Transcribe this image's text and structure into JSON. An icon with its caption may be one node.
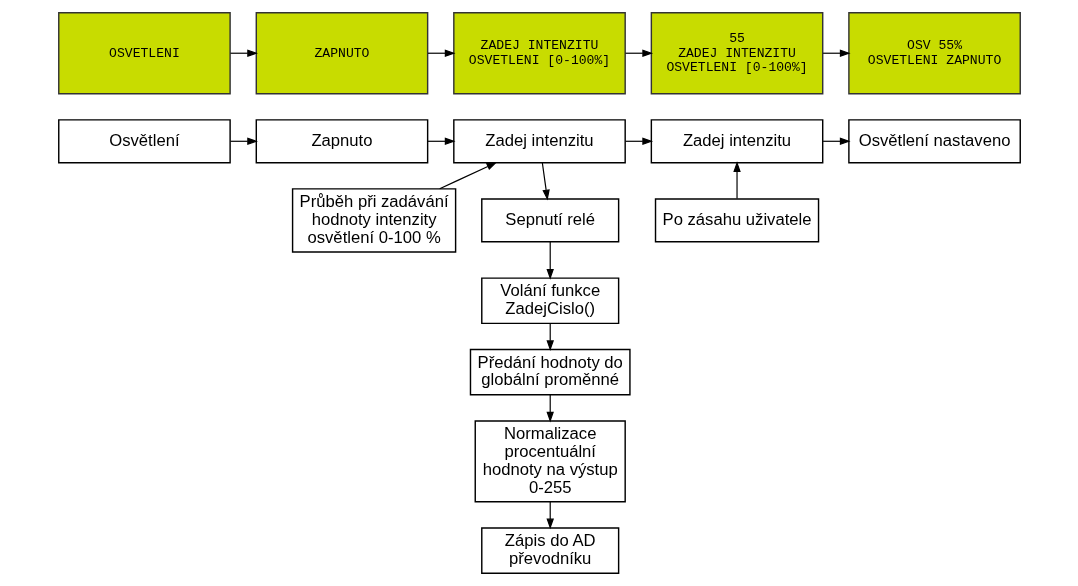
{
  "diagram": {
    "nodes": [
      {
        "text": [
          "OSVETLENI"
        ]
      },
      {
        "text": [
          "ZAPNUTO"
        ]
      },
      {
        "text": [
          "ZADEJ INTENZITU OSVETLENI [0-100%]"
        ]
      },
      {
        "text": [
          "55",
          "ZADEJ INTENZITU OSVETLENI [0-100%]"
        ]
      },
      {
        "text": [
          "OSV 55%",
          "OSVETLENI ZAPNUTO"
        ]
      },
      {
        "text": [
          "Osvětlení"
        ]
      },
      {
        "text": [
          "Zapnuto"
        ]
      },
      {
        "text": [
          "Zadej intenzitu"
        ]
      },
      {
        "text": [
          "Zadej intenzitu"
        ]
      },
      {
        "text": [
          "Osvětlení nastaveno"
        ]
      },
      {
        "text": [
          "Průběh při zadávání hodnoty intenzity osvětlení 0-100 %"
        ]
      },
      {
        "text": [
          "Sepnutí relé"
        ]
      },
      {
        "text": [
          "Volání funkce ZadejCislo()"
        ]
      },
      {
        "text": [
          "Předání hodnoty do globální proměnné"
        ]
      },
      {
        "text": [
          "Normalizace procentuální hodnoty na výstup 0-255"
        ]
      },
      {
        "text": [
          "Zápis do AD převodníku"
        ]
      },
      {
        "text": [
          "Po zásahu uživatele"
        ]
      }
    ],
    "edges": [
      {
        "from": 0,
        "to": 1,
        "arrow": "to"
      },
      {
        "from": 1,
        "to": 2,
        "arrow": "to"
      },
      {
        "from": 2,
        "to": 3,
        "arrow": "to"
      },
      {
        "from": 3,
        "to": 4,
        "arrow": "to"
      },
      {
        "from": 5,
        "to": 6,
        "arrow": "to"
      },
      {
        "from": 6,
        "to": 7,
        "arrow": "to"
      },
      {
        "from": 7,
        "to": 8,
        "arrow": "to"
      },
      {
        "from": 8,
        "to": 9,
        "arrow": "to"
      },
      {
        "from": 10,
        "to": 7,
        "arrow": "to"
      },
      {
        "from": 7,
        "to": 11,
        "arrow": "to"
      },
      {
        "from": 11,
        "to": 12,
        "arrow": "to"
      },
      {
        "from": 12,
        "to": 13,
        "arrow": "to"
      },
      {
        "from": 13,
        "to": 14,
        "arrow": "to"
      },
      {
        "from": 14,
        "to": 15,
        "arrow": "to"
      },
      {
        "from": 16,
        "to": 8,
        "arrow": "to"
      }
    ]
  }
}
